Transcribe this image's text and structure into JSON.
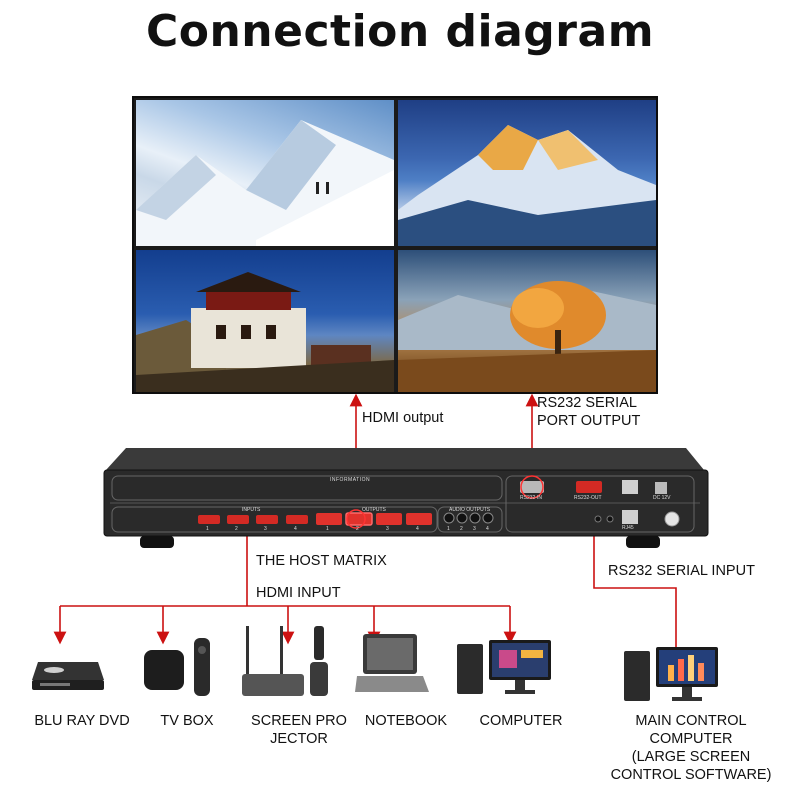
{
  "title": "Connection diagram",
  "labels": {
    "hdmi_output": "HDMI output",
    "rs232_serial_port_output": [
      "RS232 SERIAL",
      "PORT OUTPUT"
    ],
    "host_matrix": "THE HOST MATRIX",
    "hdmi_input": "HDMI INPUT",
    "rs232_serial_input": "RS232 SERIAL INPUT"
  },
  "matrix_panel": {
    "information": "INFORMATION",
    "inputs": "INPUTS",
    "outputs": "OUTPUTS",
    "audio_outputs": "AUDIO OUTPUTS",
    "rs232_in": "RS232-IN",
    "rs232_out": "RS232-OUT",
    "rj45": "RJ45",
    "dc": "DC 12V",
    "port_numbers": [
      "1",
      "2",
      "3",
      "4"
    ]
  },
  "devices": [
    {
      "name": "blu-ray-dvd",
      "label": "BLU RAY DVD"
    },
    {
      "name": "tv-box",
      "label": "TV BOX"
    },
    {
      "name": "screen-projector",
      "label": "SCREEN PRO\nJECTOR"
    },
    {
      "name": "notebook",
      "label": "NOTEBOOK"
    },
    {
      "name": "computer",
      "label": "COMPUTER"
    },
    {
      "name": "main-control-computer",
      "label": "MAIN CONTROL\nCOMPUTER\n(LARGE SCREEN\nCONTROL SOFTWARE)"
    }
  ],
  "colors": {
    "connector_line": "#cc1111",
    "title_text": "#111111",
    "device_body": "#2a2a2a"
  }
}
